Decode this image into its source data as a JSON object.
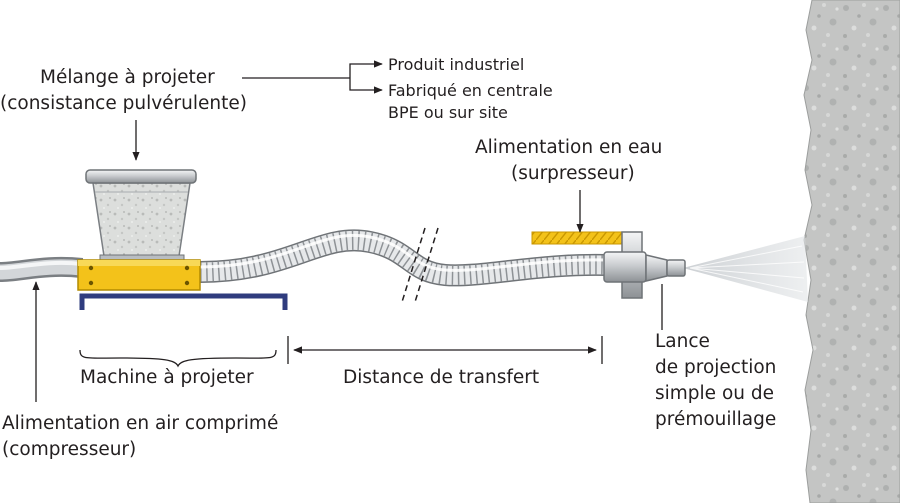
{
  "labels": {
    "mix_line1": "Mélange à projeter",
    "mix_line2": "(consistance pulvérulente)",
    "source_1": "Produit industriel",
    "source_2_line1": "Fabriqué en centrale",
    "source_2_line2": "BPE ou sur site",
    "water_line1": "Alimentation en eau",
    "water_line2": "(surpresseur)",
    "machine": "Machine à projeter",
    "distance": "Distance de transfert",
    "air_line1": "Alimentation en air comprimé",
    "air_line2": "(compresseur)",
    "lance_line1": "Lance",
    "lance_line2": "de projection",
    "lance_line3": "simple ou de",
    "lance_line4": "prémouillage"
  },
  "colors": {
    "text": "#231f20",
    "machine_body": "#f3c21a",
    "machine_frame": "#2f3c7e",
    "hose": "#e6e8ea",
    "water_pipe": "#f3c21a",
    "wall": "#c3c4c3",
    "spray": "#d5d9dc"
  }
}
